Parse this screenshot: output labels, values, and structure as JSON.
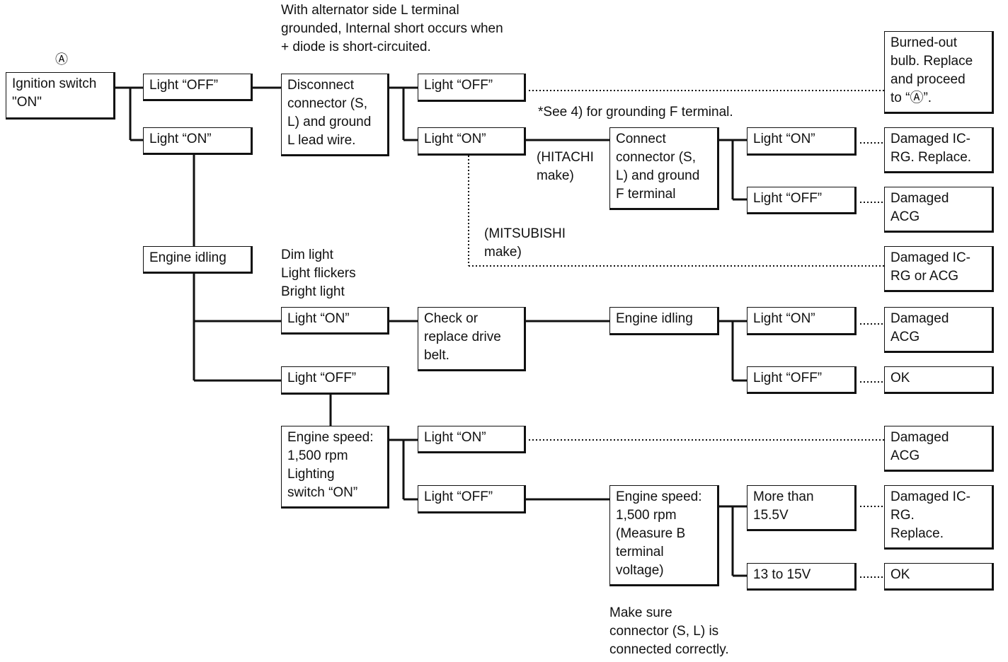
{
  "symbol": "Ⓐ",
  "boxes": {
    "ign": "Ignition switch\n\"ON\"",
    "l1_off": "Light “OFF”",
    "l1_on": "Light “ON”",
    "disc": "Disconnect\nconnector (S,\nL) and ground\nL lead wire.",
    "l2_off": "Light “OFF”",
    "l2_on": "Light “ON”",
    "burned": "Burned-out\nbulb. Replace\nand proceed\nto “Ⓐ”.",
    "connect": "Connect\nconnector (S,\nL) and ground\nF terminal",
    "l3_on": "Light “ON”",
    "l3_off": "Light “OFF”",
    "dmg_icrg1": "Damaged IC-\nRG. Replace.",
    "dmg_acg1": "Damaged\nACG",
    "dmg_icrg_acg": "Damaged IC-\nRG or ACG",
    "idle1": "Engine idling",
    "l4_on": "Light “ON”",
    "check_belt": "Check or\nreplace drive\nbelt.",
    "idle2": "Engine idling",
    "l5_on": "Light “ON”",
    "dmg_acg2": "Damaged\nACG",
    "l5_off": "Light “OFF”",
    "ok1": "OK",
    "l4_off": "Light “OFF”",
    "speed1": "Engine speed:\n1,500 rpm\nLighting\nswitch “ON”",
    "l6_on": "Light “ON”",
    "dmg_acg3": "Damaged\nACG",
    "l6_off": "Light “OFF”",
    "speed2": "Engine speed:\n1,500 rpm\n(Measure B\nterminal\nvoltage)",
    "more15": "More than\n15.5V",
    "v13_15": "13 to 15V",
    "dmg_icrg2": "Damaged IC-\nRG.\nReplace.",
    "ok2": "OK"
  },
  "notes": {
    "alternator": "With alternator side L terminal\ngrounded, Internal short occurs when\n+ diode is short-circuited.",
    "see4": "*See 4) for grounding F terminal.",
    "hitachi": "(HITACHI\nmake)",
    "mitsubishi": "(MITSUBISHI\nmake)",
    "dim": "Dim light\nLight flickers\nBright light",
    "make_sure": "Make sure\nconnector (S, L) is\nconnected correctly."
  }
}
